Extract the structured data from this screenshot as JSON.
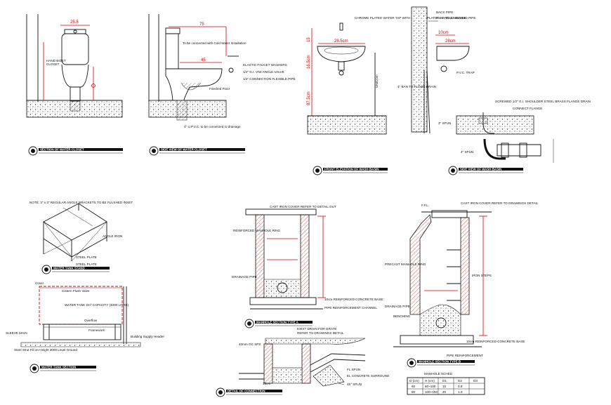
{
  "drawing": {
    "details": [
      {
        "id": "wc-front",
        "width_dim": "25.5",
        "labels": [
          "HAND BIDET",
          "CLOSET"
        ]
      },
      {
        "id": "wc-side",
        "top_dim": "75",
        "mid_dim": "45",
        "labels": [
          "To be connected with Cold Water Installation",
          "ELASTIC FAUCET WASHERS",
          "1/2\" G.I. V/W ANGLE VALVE",
          "1/2\" CONNECTION FLEXIBLE PIPE",
          "Finished Floor",
          "4\" U.P.V.C. to be connected to drainage"
        ]
      },
      {
        "id": "basin-front",
        "width_dim": "28.5cm",
        "labels": [
          "CHROME PLATED WATER TAP WITH CERAMIC PLATED HAND & NOZZLE"
        ],
        "vertical_dims": [
          "15",
          "16.5cm",
          "87.5cm",
          "UNICOm"
        ]
      },
      {
        "id": "basin-side",
        "top_dims": [
          "10cm",
          "28cm"
        ],
        "labels": [
          "BACK PIPE",
          "P.V.C. PLUG BEHIND PIPE",
          "P.V.C. TRAP",
          "4\" BAN TO FLOOR DRAIN",
          "3\" SPUN",
          "SCREWED 1/2\" G.I. SHOULDER STEEL BRASS FLANGE DRAIN",
          "CONNECT FLANGE",
          "4\" SPUN"
        ]
      },
      {
        "id": "tank-stand",
        "labels": [
          "NOTE: 3\" x 3\" REGULAR ANGLE BRACKETS TO BE FLUSHED INSET",
          "ANGLE IRON",
          "STEEL PLATE",
          "STEEL PLATE"
        ]
      },
      {
        "id": "tank-section",
        "labels": [
          "Cover",
          "Cistern Flush Valve",
          "WATER TANK 2m³ CAPACITY (4000 LITRE)",
          "Overflow",
          "Framework",
          "Building Supply Header",
          "SLEEVE MAIN",
          "Steel Strut Fill on Height 3000 Level Ground"
        ]
      },
      {
        "id": "manhole-1",
        "labels": [
          "CAST IRON COVER REFER TO DETAIL OUT",
          "REINFORCED MANHOLE RING",
          "DRAINAGE PIPE",
          "10cm REINFORCED CONCRETE BASE",
          "PIPE REINFORCEMENT CHANNEL",
          "EXIST DRAIN FOR GRATE",
          "REFER TO DRAWINGS DETAIL",
          "FL SPUN",
          "EL CONCRETE SURROUND",
          "45° SPUN",
          "40mm GC SPS",
          "15cm"
        ]
      },
      {
        "id": "manhole-2",
        "labels": [
          "F.F.L.",
          "CAST IRON COVER REFER TO DRAWINGS DETAIL",
          "PRECAST MANHOLE RING",
          "IRON STEPS",
          "DRAINAGE PIPE",
          "BENCHING",
          "10cm REINFORCED CONCRETE BASE",
          "PIPE REINFORCEMENT"
        ]
      }
    ],
    "manhole_table": {
      "title": "MANHOLE SCHED",
      "headers": [
        "D (cm)",
        "H (cm)",
        "D1",
        "D2",
        "D3"
      ],
      "rows": [
        [
          "60",
          "60~100",
          "15",
          "0.8",
          ""
        ],
        [
          "80",
          "100~150",
          "20",
          "1.0",
          ""
        ]
      ]
    },
    "title_bars": [
      "SECTION OF WATER CLOSET",
      "SIDE VIEW OF WATER CLOSET",
      "FRONT ELEVATION OF WASH BASIN",
      "SIDE VIEW OF WASH BASIN",
      "WATER TANK STAND",
      "WATER TANK SECTION",
      "MANHOLE SECTION TYPE A",
      "DETAIL OF CONNECTION",
      "MANHOLE SECTION TYPE B"
    ]
  }
}
